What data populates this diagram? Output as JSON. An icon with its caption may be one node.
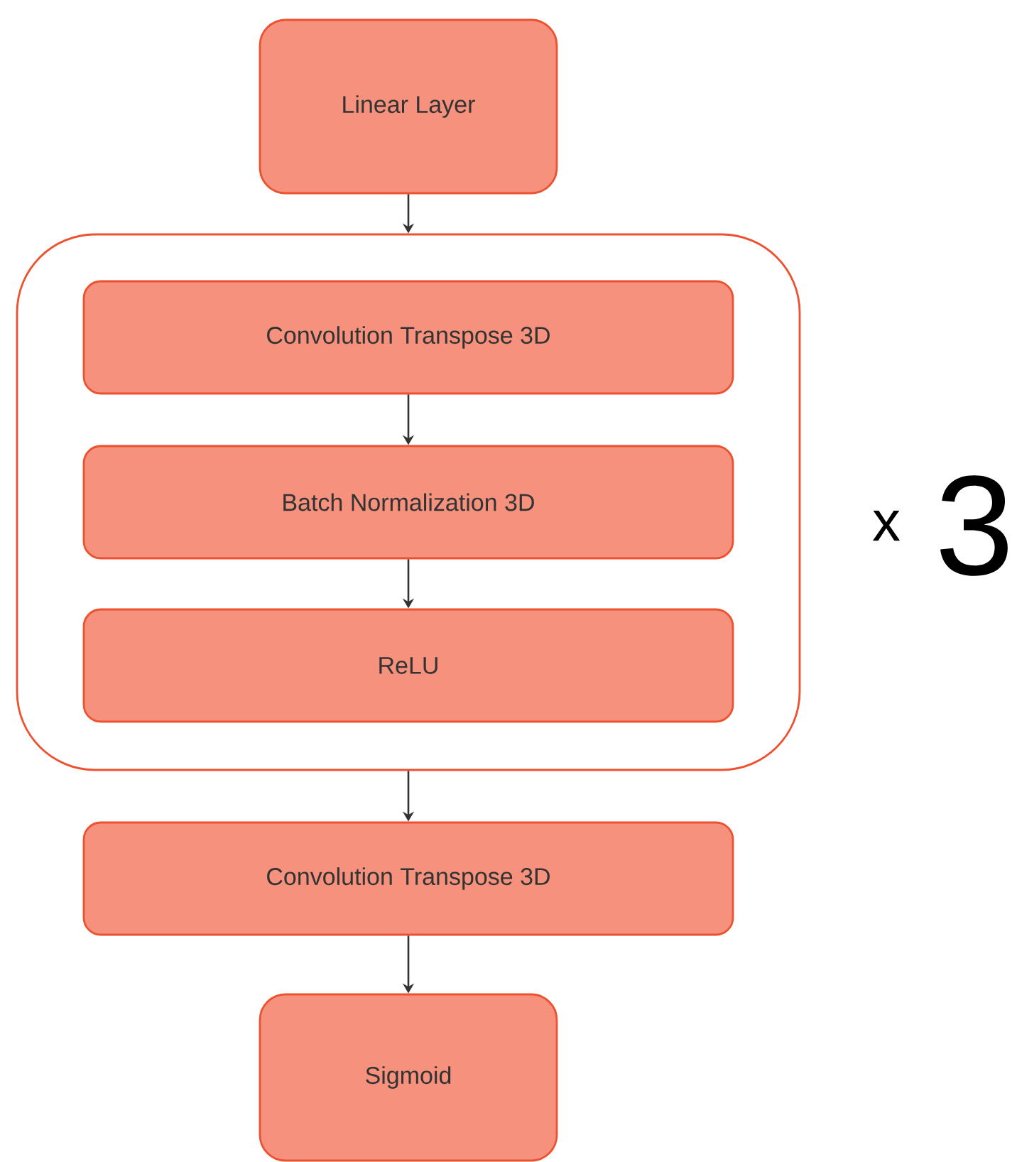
{
  "diagram": {
    "nodes": [
      {
        "text": [
          "Linear Layer"
        ]
      },
      {
        "text": [],
        "shape": "box",
        "beside": [
          "x",
          "3"
        ]
      },
      {
        "text": [
          "Convolution Transpose 3D"
        ],
        "in": 1
      },
      {
        "text": [
          "Batch Normalization 3D"
        ],
        "in": 1
      },
      {
        "text": [
          "ReLU"
        ],
        "in": 1
      },
      {
        "text": [
          "Convolution Transpose 3D"
        ]
      },
      {
        "text": [
          "Sigmoid"
        ]
      }
    ],
    "edges": [
      {
        "from": 0,
        "to": 1,
        "arrow": "to"
      },
      {
        "from": 2,
        "to": 3,
        "arrow": "to"
      },
      {
        "from": 3,
        "to": 4,
        "arrow": "to"
      },
      {
        "from": 1,
        "to": 5,
        "arrow": "to"
      },
      {
        "from": 5,
        "to": 6,
        "arrow": "to"
      }
    ]
  }
}
